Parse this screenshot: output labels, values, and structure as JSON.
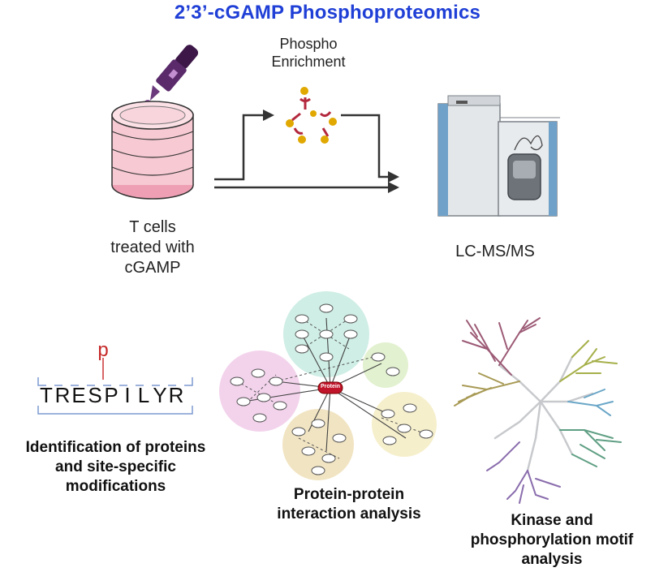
{
  "title": "2’3’-cGAMP Phosphoproteomics",
  "top": {
    "enrichment_label_line1": "Phospho",
    "enrichment_label_line2": "Enrichment",
    "cells_label_line1": "T cells",
    "cells_label_line2": "treated with",
    "cells_label_line3": "cGAMP",
    "instrument_label": "LC-MS/MS"
  },
  "bottom": {
    "peptide": {
      "residues": [
        "T",
        "R",
        "E",
        "S",
        "P",
        "I",
        "L",
        "Y",
        "R"
      ],
      "phospho_mark": "p",
      "phospho_index": 3
    },
    "network_center_label": "Protein",
    "panel1_line1": "Identification of proteins",
    "panel1_line2": "and site-specific",
    "panel1_line3": "modifications",
    "panel2_line1": "Protein-protein",
    "panel2_line2": "interaction analysis",
    "panel3_line1": "Kinase and",
    "panel3_line2": "phosphorylation motif",
    "panel3_line3": "analysis"
  },
  "colors": {
    "title": "#1f3fd6",
    "dish_pink": "#f6c9d3",
    "dropper_purple": "#5a2a6b",
    "drop": "#8e4fa1",
    "arrow": "#333333",
    "instrument_blue": "#6fa1c9",
    "phospho_gold": "#e0a800",
    "phospho_red": "#b3283d",
    "network_pink": "#f3d3ec",
    "network_teal": "#cfeee5",
    "network_green": "#e2f1cf",
    "network_gold": "#f1e4c2",
    "network_cream": "#f6efcc"
  },
  "icons": {
    "dropper": "dropper-icon",
    "dish": "cell-dish-icon",
    "instrument": "mass-spectrometer-icon",
    "phospho": "phosphopeptide-icon",
    "network": "network-diagram-icon",
    "tree": "kinome-tree-icon"
  }
}
